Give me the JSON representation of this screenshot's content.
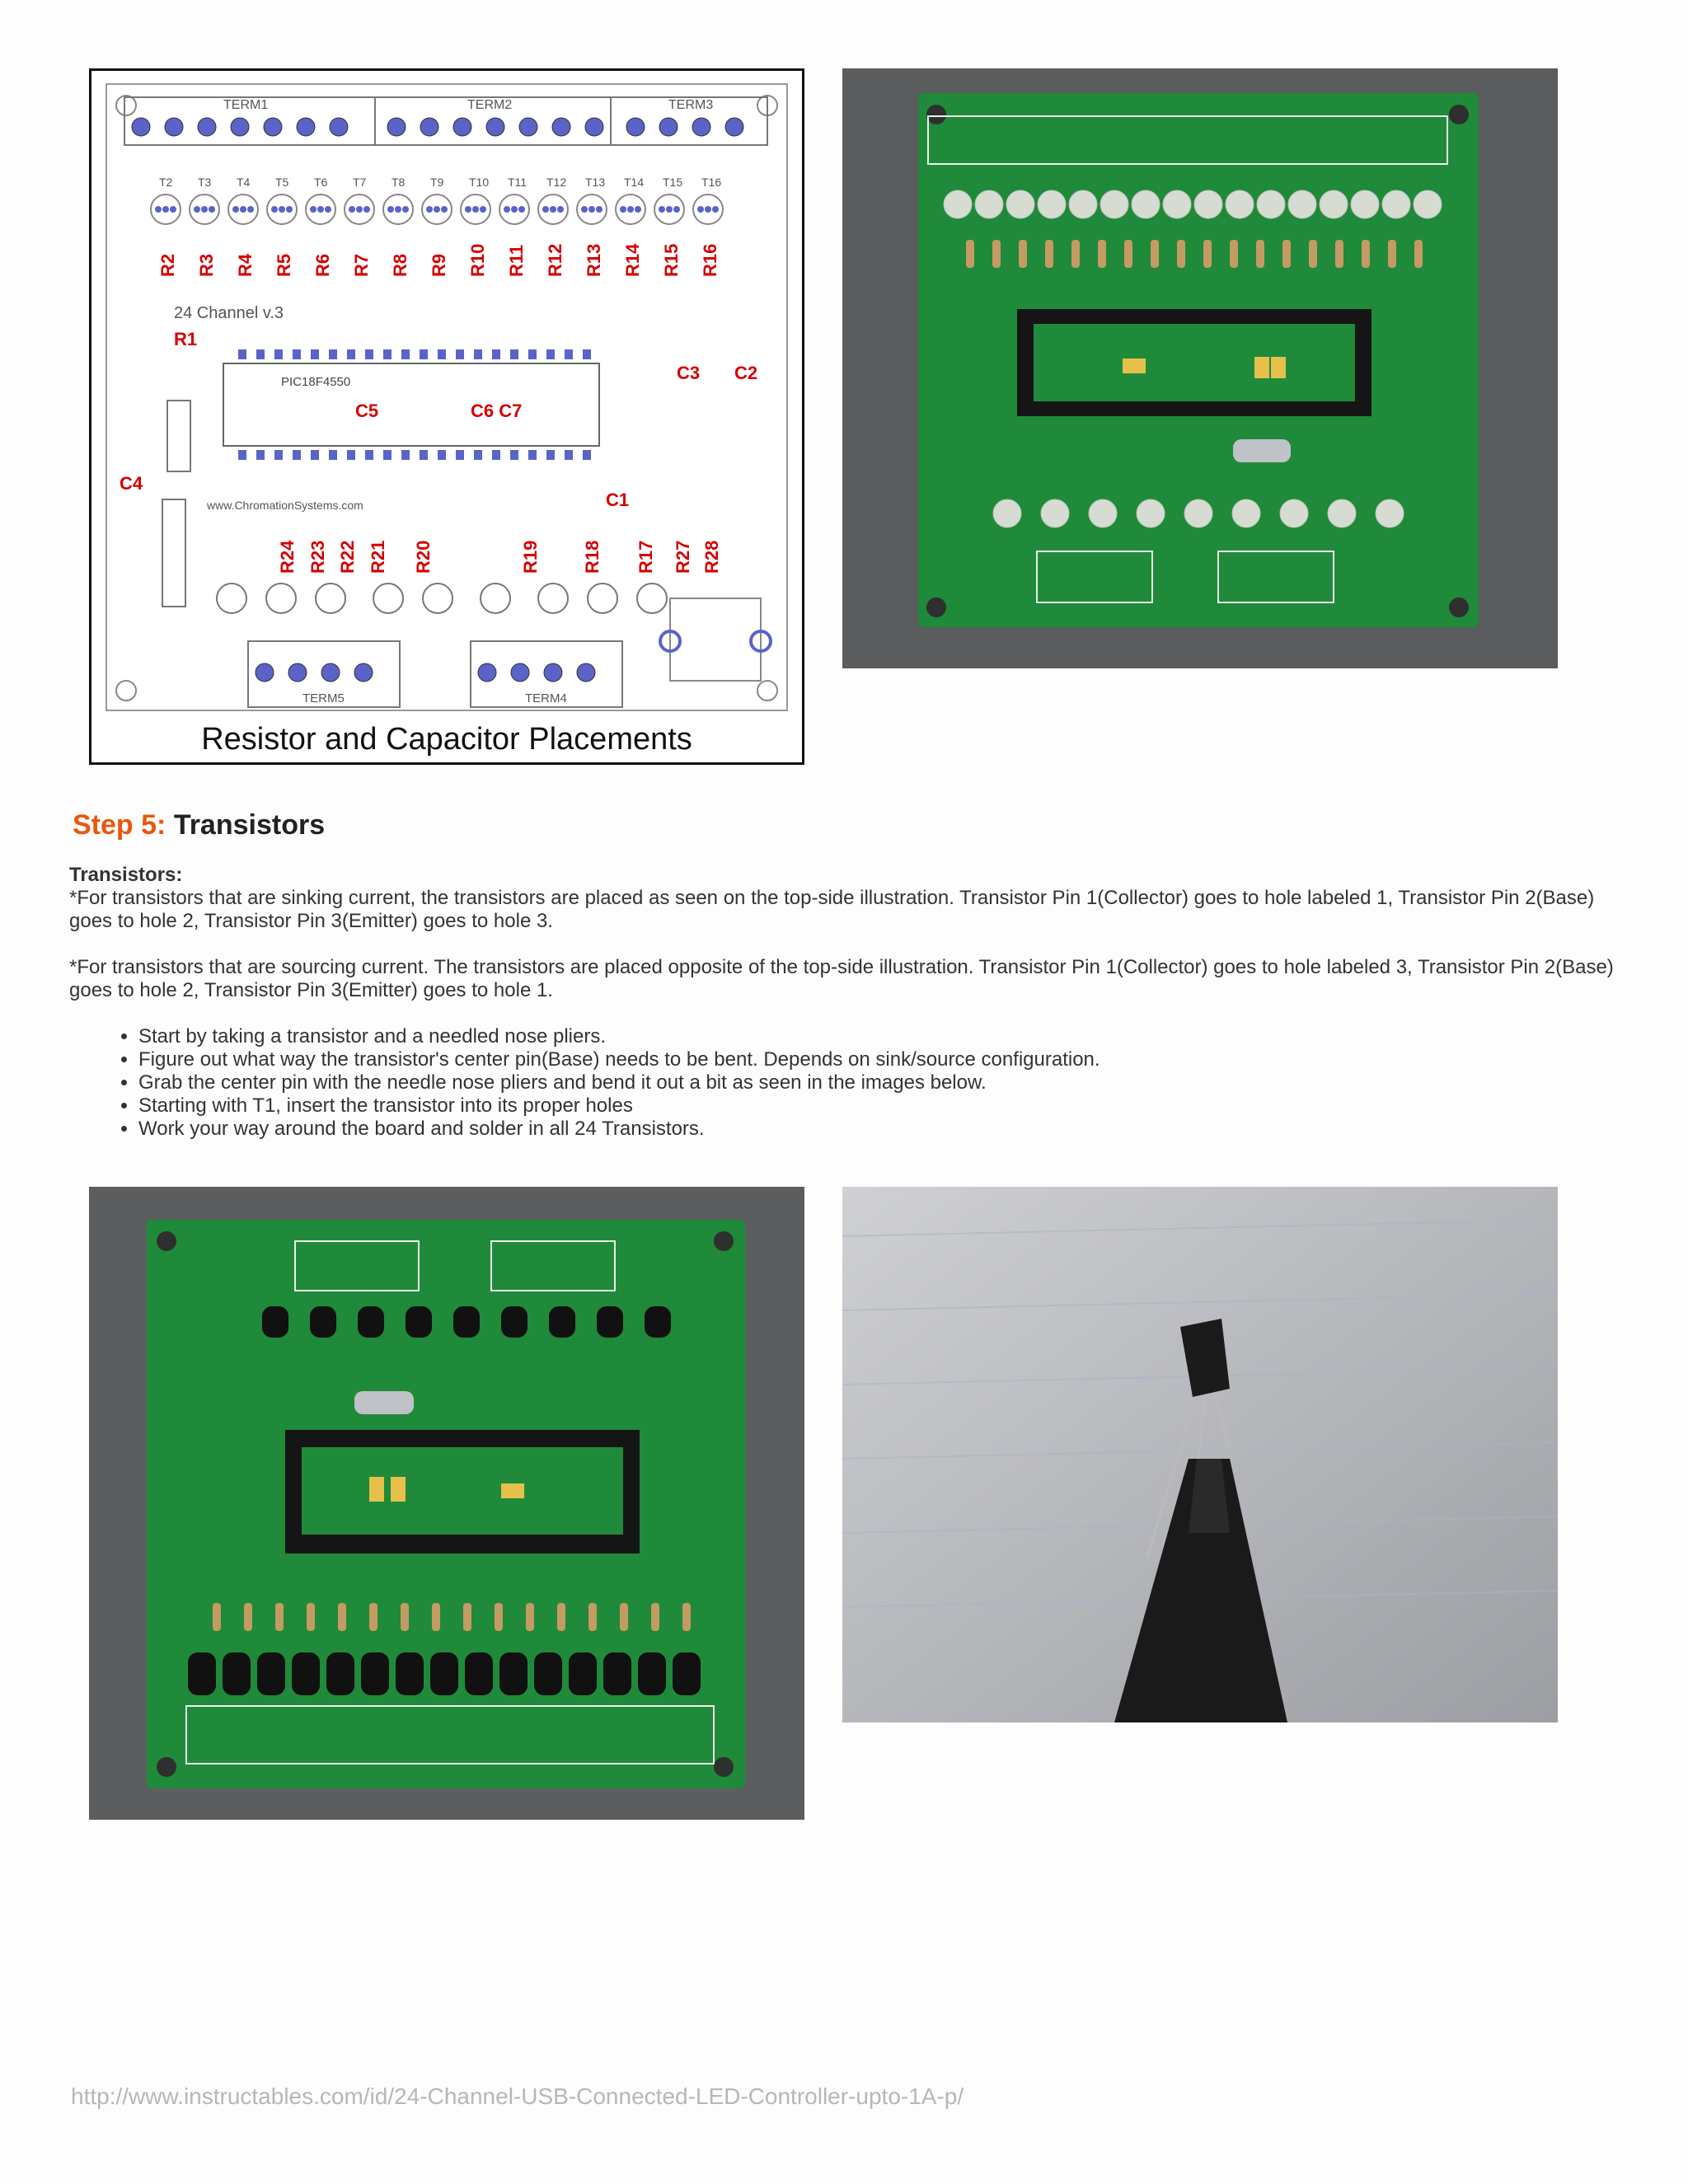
{
  "diagram": {
    "caption": "Resistor and Capacitor Placements",
    "board_label": "24 Channel v.3",
    "chip_label": "PIC18F4550",
    "website": "www.ChromationSystems.com",
    "terminals_top": [
      "TERM1",
      "TERM2",
      "TERM3"
    ],
    "terminals_bottom": [
      "TERM5",
      "TERM4"
    ],
    "transistor_labels": [
      "T2",
      "T3",
      "T4",
      "T5",
      "T6",
      "T7",
      "T8",
      "T9",
      "T10",
      "T11",
      "T12",
      "T13",
      "T14",
      "T15",
      "T16"
    ],
    "resistor_labels": [
      "R2",
      "R3",
      "R4",
      "R5",
      "R6",
      "R7",
      "R8",
      "R9",
      "R10",
      "R11",
      "R12",
      "R13",
      "R14",
      "R15",
      "R16"
    ],
    "bottom_resistors": [
      "R24",
      "R23",
      "R22",
      "R21",
      "R20",
      "R19",
      "R18",
      "R17",
      "R27",
      "R28"
    ]
  },
  "step": {
    "number_label": "Step 5:",
    "title": "Transistors"
  },
  "body": {
    "subheading": "Transistors:",
    "para1": "*For transistors that are sinking current, the transistors are placed as seen on the top-side illustration. Transistor Pin 1(Collector) goes to hole labeled 1, Transistor Pin 2(Base) goes to hole 2, Transistor Pin 3(Emitter) goes to hole 3.",
    "para2": "*For transistors that are sourcing current. The transistors are placed opposite of the top-side illustration. Transistor Pin 1(Collector) goes to hole labeled 3, Transistor Pin 2(Base) goes to hole 2, Transistor Pin 3(Emitter) goes to hole 1.",
    "bullets": [
      "Start by taking a transistor and a needled nose pliers.",
      "Figure out what way the transistor's center pin(Base) needs to be bent. Depends on sink/source configuration.",
      "Grab the center pin with the needle nose pliers and bend it out a bit as seen in the images below.",
      "Starting with T1, insert the transistor into its proper holes",
      "Work your way around the board and solder in all 24 Transistors."
    ]
  },
  "footer": {
    "url": "http://www.instructables.com/id/24-Channel-USB-Connected-LED-Controller-upto-1A-p/"
  },
  "colors": {
    "accent": "#e8580c",
    "pcb_green": "#1f8a3a",
    "label_red": "#d40000"
  }
}
